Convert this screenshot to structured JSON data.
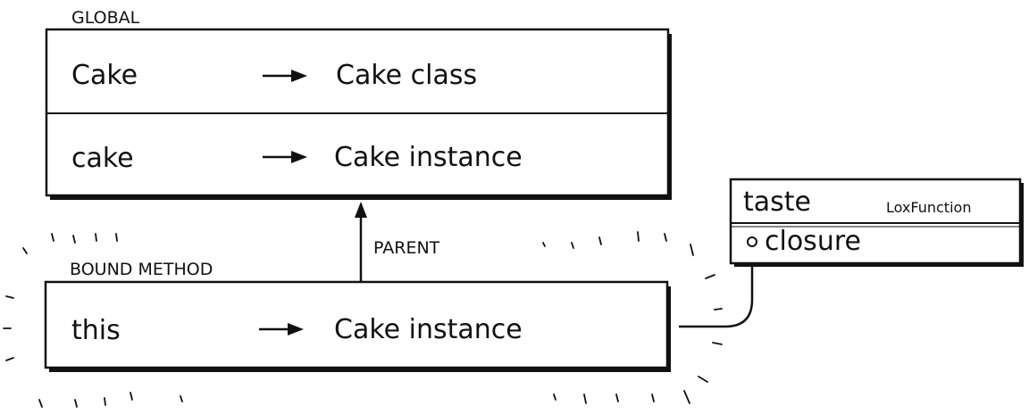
{
  "global_env": {
    "label": "GLOBAL",
    "rows": [
      {
        "name": "Cake",
        "value": "Cake class"
      },
      {
        "name": "cake",
        "value": "Cake instance"
      }
    ]
  },
  "bound_env": {
    "label": "BOUND METHOD",
    "rows": [
      {
        "name": "this",
        "value": "Cake instance"
      }
    ]
  },
  "parent_label": "PARENT",
  "function_box": {
    "name": "taste",
    "type": "LoxFunction",
    "field": "closure"
  }
}
